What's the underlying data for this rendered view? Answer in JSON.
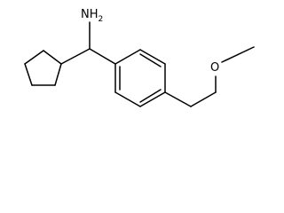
{
  "molecule": {
    "labels": {
      "amine_n": "NH",
      "amine_h_count": "2",
      "ether_o": "O"
    },
    "colors": {
      "bond": "#000000",
      "text": "#000000",
      "background": "#ffffff"
    }
  }
}
